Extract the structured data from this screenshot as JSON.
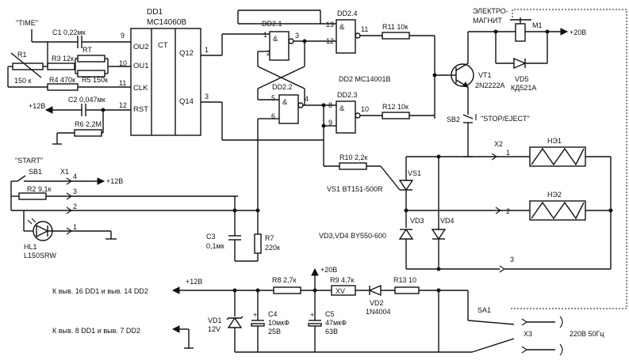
{
  "labels": {
    "time": "\"TIME\"",
    "start": "\"START\"",
    "stop": "\"STOP/EJECT\"",
    "dd1_ref": "DD1",
    "dd1_type": "MC14060B",
    "dd1_ct": "CT",
    "pin_ou2": "OU2",
    "pin_ou1": "OU1",
    "pin_clk": "CLK",
    "pin_rst": "RST",
    "pin_q12": "Q12",
    "pin_q14": "Q14",
    "n9": "9",
    "n10": "10",
    "n11": "11",
    "n12": "12",
    "n1": "1",
    "n3": "3",
    "n2": "2",
    "n5": "5",
    "n4": "4",
    "n6": "6",
    "n13": "13",
    "n12b": "12",
    "n11b": "11",
    "n8": "8",
    "n9b": "9",
    "n10b": "10",
    "n1q": "1",
    "n3q": "3",
    "dd21": "DD2.1",
    "dd22": "DD2.2",
    "dd23": "DD2.3",
    "dd24": "DD2.4",
    "dd2_type": "DD2 MC14001B",
    "amp": "&",
    "c1": "C1 0,22мк",
    "r1": "R1",
    "r1v": "150 к",
    "r3": "R3 12к",
    "rt": "RT",
    "r5": "R5 150к",
    "r4": "R4 470к",
    "c2": "C2 0,047мк",
    "r6": "R6 2,2М",
    "p12v_a": "+12В",
    "p12v_b": "+12В",
    "p12v_c": "+12В",
    "p20v_a": "+20В",
    "p20v_b": "+20В",
    "r11": "R11 10к",
    "r12": "R12 10к",
    "r10": "R10 2,2к",
    "vt1": "VT1",
    "vt1t": "2N2222A",
    "vd5": "VD5",
    "vd5t": "КД521А",
    "magnet1": "ЭЛЕКТРО-",
    "magnet2": "МАГНИТ",
    "m1": "M1",
    "sb2": "SB2",
    "sb1": "SB1",
    "x1": "X1",
    "x2": "X2",
    "x3": "X3",
    "vs1": "VS1",
    "vs1t": "VS1 BT151-500R",
    "vd3": "VD3",
    "vd4": "VD4",
    "vd34t": "VD3,VD4 BY550-600",
    "he1": "НЭ1",
    "he2": "НЭ2",
    "hl1": "HL1",
    "hl1t": "L150SRW",
    "r2": "R2 9,1к",
    "c3": "C3",
    "c3v": "0,1мк",
    "r7": "R7",
    "r7v": "220к",
    "vd1": "VD1",
    "vd1v": "12V",
    "c4": "C4",
    "c4v": "10мкФ",
    "c4u": "25В",
    "c5": "C5",
    "c5v": "47мкФ",
    "c5u": "63В",
    "r8": "R8 2,7к",
    "r9": "R9 4,7к",
    "xv": "XV",
    "vd2": "VD2",
    "vd2t": "1N4004",
    "r13": "R13 10",
    "sa1": "SA1",
    "mains": "220В 50Гц",
    "note1": "К выв. 16 DD1 и выв. 14 DD2",
    "note2": "К выв. 8 DD1 и выв. 7 DD2",
    "x1p4": "4",
    "x1p3": "3",
    "x1p2": "2",
    "x1p1": "1",
    "x2p1": "1",
    "x2p2": "2",
    "x2p3": "3"
  }
}
